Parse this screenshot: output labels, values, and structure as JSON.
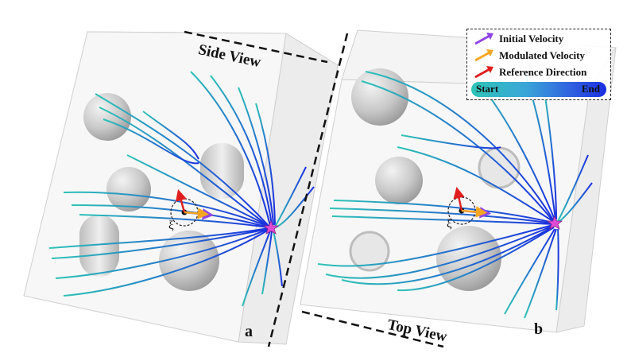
{
  "labels": {
    "side_view": "Side View",
    "top_view": "Top View",
    "panel_a": "a",
    "panel_b": "b"
  },
  "legend": {
    "items": [
      {
        "label": "Initial Velocity",
        "color": "#8e44e6"
      },
      {
        "label": "Modulated Velocity",
        "color": "#f5a623"
      },
      {
        "label": "Reference Direction",
        "color": "#e01e1e"
      }
    ],
    "gradient_start": "Start",
    "gradient_end": "End",
    "gradient_colors": [
      "#2ec4b6",
      "#1a2fe0"
    ]
  },
  "annotations": {
    "xi_symbol": "ξ"
  },
  "colors": {
    "stream_start": "#2ec4b6",
    "stream_end": "#1a2fe0",
    "goal_star": "#e04bd6",
    "box_line": "#cfcfcf"
  }
}
